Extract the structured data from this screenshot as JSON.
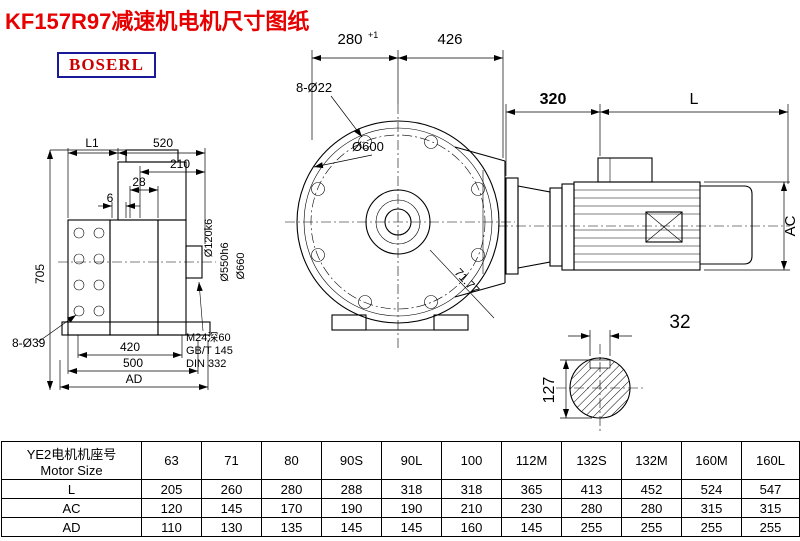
{
  "title": "KF157R97减速机电机尺寸图纸",
  "logo_text": "BOSERL",
  "views": {
    "side": {
      "dim_l1": "L1",
      "dim_520": "520",
      "dim_210": "210",
      "dim_28": "28",
      "dim_6": "6",
      "dim_705": "705",
      "dim_420": "420",
      "dim_500": "500",
      "dim_ad": "AD",
      "label_holes": "8-Ø39",
      "label_shaft_dia": "Ø120k6",
      "label_spigot_dia": "Ø550h6",
      "label_flange_dia": "Ø660",
      "label_tap": "M24深60",
      "label_std1": "GB/T 145",
      "label_std2": "DIN 332"
    },
    "front": {
      "dim_280": "280",
      "dim_280_tol": "+1",
      "dim_426": "426",
      "label_bolt_holes": "8-Ø22",
      "label_dia600": "Ø600",
      "dim_diag": "71.77"
    },
    "motor": {
      "dim_320": "320",
      "dim_l": "L",
      "dim_ac": "AC"
    },
    "shaft": {
      "dim_32": "32",
      "dim_127": "127"
    }
  },
  "table": {
    "header_line1": "YE2电机机座号",
    "header_line2": "Motor Size",
    "sizes": [
      "63",
      "71",
      "80",
      "90S",
      "90L",
      "100",
      "112M",
      "132S",
      "132M",
      "160M",
      "160L"
    ],
    "rows": [
      {
        "label": "L",
        "values": [
          "205",
          "260",
          "280",
          "288",
          "318",
          "318",
          "365",
          "413",
          "452",
          "524",
          "547"
        ]
      },
      {
        "label": "AC",
        "values": [
          "120",
          "145",
          "170",
          "190",
          "190",
          "210",
          "230",
          "280",
          "280",
          "315",
          "315"
        ]
      },
      {
        "label": "AD",
        "values": [
          "110",
          "130",
          "135",
          "145",
          "145",
          "160",
          "145",
          "255",
          "255",
          "255",
          "255"
        ]
      }
    ]
  }
}
